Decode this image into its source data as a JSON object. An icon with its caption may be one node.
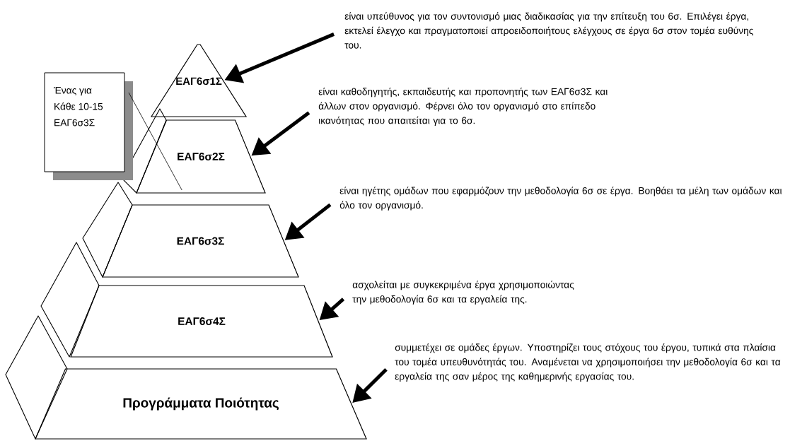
{
  "diagram": {
    "nodes": [
      {
        "text": [
          "είναι υπεύθυνος για τον συντονισμό μιας διαδικασίας για την επίτευξη του 6σ. Επιλέγει έργα, εκτελεί έλεγχο και πραγματοποιεί απροειδοποιήτους ελέγχους σε έργα 6σ στον τομέα ευθύνης του."
        ]
      },
      {
        "text": [
          "ΕΑΓ6σ1Σ"
        ]
      },
      {
        "text": [
          "Ένας για Κάθε 10-15 ΕΑΓ6σ3Σ"
        ]
      },
      {
        "text": [
          "είναι καθοδηγητής, εκπαιδευτής και προπονητής των  ΕΑΓ6σ3Σ και άλλων στον οργανισμό. Φέρνει όλο τον οργανισμό στο επίπεδο ικανότητας που απαιτείται για το 6σ."
        ]
      },
      {
        "text": [
          "ΕΑΓ6σ2Σ"
        ]
      },
      {
        "text": [
          "είναι ηγέτης ομάδων που εφαρμόζουν την μεθοδολογία 6σ σε έργα. Βοηθάει τα μέλη των ομάδων και όλο τον οργανισμό."
        ]
      },
      {
        "text": [
          "ΕΑΓ6σ3Σ"
        ]
      },
      {
        "text": [
          "ασχολείται με συγκεκριμένα έργα χρησιμοποιώντας την μεθοδολογία 6σ και τα εργαλεία της."
        ]
      },
      {
        "text": [
          "ΕΑΓ6σ4Σ"
        ]
      },
      {
        "text": [
          "συμμετέχει σε ομάδες έργων. Υποστηρίζει τους στόχους του έργου, τυπικά στα πλαίσια του τομέα υπευθυνότητάς του. Αναμένεται να χρησιμοποιήσει την μεθοδολογία 6σ και τα εργαλεία της σαν μέρος της καθημερινής εργασίας του."
        ]
      },
      {
        "text": [
          "Προγράμματα Ποιότητας"
        ]
      }
    ],
    "edges": [
      {
        "from": 0,
        "to": 1,
        "arrow": "to"
      },
      {
        "from": 2,
        "to": 4,
        "arrow": "none"
      },
      {
        "from": 3,
        "to": 4,
        "arrow": "to"
      },
      {
        "from": 5,
        "to": 6,
        "arrow": "to"
      },
      {
        "from": 7,
        "to": 8,
        "arrow": "to"
      },
      {
        "from": 9,
        "to": 10,
        "arrow": "to"
      }
    ]
  }
}
